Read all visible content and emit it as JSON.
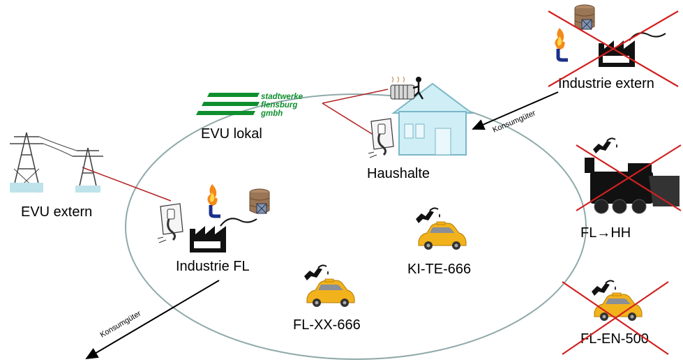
{
  "labels": {
    "evu_lokal": "EVU lokal",
    "haushalte": "Haushalte",
    "evu_extern": "EVU extern",
    "industrie_fl": "Industrie FL",
    "industrie_extern": "Industrie extern",
    "ki_te": "KI-TE-666",
    "fl_xx": "FL-XX-666",
    "fl_hh": "FL→HH",
    "fl_en": "FL-EN-500",
    "konsum_top": "Konsumgüter",
    "konsum_bottom": "Konsumgüter"
  },
  "logo": {
    "line1": "stadtwerke",
    "line2": "flensburg",
    "line3": "gmbh"
  },
  "colors": {
    "ellipse": "#8fa9a9",
    "connector": "#b22222",
    "cross": "#d22020",
    "logo_green": "#0f8f2e",
    "taxi": "#f2b21b",
    "house": "#cfeef6"
  },
  "icons": [
    "factory-icon",
    "gas-flame-icon",
    "oil-barrel-icon",
    "power-plug-icon",
    "heater-icon",
    "house-icon",
    "power-pylon-icon",
    "taxi-icon",
    "fuel-nozzle-icon",
    "train-icon"
  ]
}
